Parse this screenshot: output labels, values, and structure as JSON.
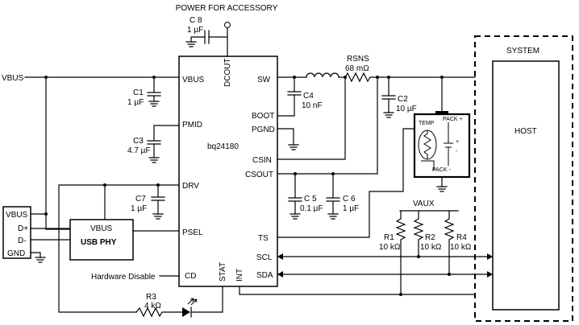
{
  "ic": {
    "name": "bq24180",
    "pins": {
      "dcout": "DCOUT",
      "vbus": "VBUS",
      "pmid": "PMID",
      "drv": "DRV",
      "psel": "PSEL",
      "cd": "CD",
      "stat": "STAT",
      "int": "INT",
      "sw": "SW",
      "boot": "BOOT",
      "pgnd": "PGND",
      "csin": "CSIN",
      "csout": "CSOUT",
      "ts": "TS",
      "scl": "SCL",
      "sda": "SDA"
    }
  },
  "power_accessory": "POWER FOR ACCESSORY",
  "vbus_in": "VBUS",
  "hardware_disable": "Hardware Disable",
  "usb_connector": {
    "vbus": "VBUS",
    "dplus": "D+",
    "dminus": "D-",
    "gnd": "GND"
  },
  "usb_phy": {
    "vbus": "VBUS",
    "title": "USB PHY"
  },
  "components": {
    "c8": {
      "ref": "C 8",
      "value": "1 µF"
    },
    "c1": {
      "ref": "C1",
      "value": "1 µF"
    },
    "c3": {
      "ref": "C3",
      "value": "4.7 µF"
    },
    "c7": {
      "ref": "C7",
      "value": "1 µF"
    },
    "c4": {
      "ref": "C4",
      "value": "10 nF"
    },
    "c5": {
      "ref": "C 5",
      "value": "0.1 µF"
    },
    "c6": {
      "ref": "C 6",
      "value": "1 µF"
    },
    "c2": {
      "ref": "C2",
      "value": "10 µF"
    },
    "rsns": {
      "ref": "RSNS",
      "value": "68 mΩ"
    },
    "r1": {
      "ref": "R1",
      "value": "10 kΩ"
    },
    "r2": {
      "ref": "R2",
      "value": "10 kΩ"
    },
    "r3": {
      "ref": "R3",
      "value": "4 kΩ"
    },
    "r4": {
      "ref": "R4",
      "value": "10 kΩ"
    }
  },
  "battery": {
    "temp": "TEMP",
    "pack_plus": "PACK +",
    "pack_minus": "PACK -",
    "plus": "+",
    "minus": "-"
  },
  "vaux": "VAUX",
  "system": {
    "title": "SYSTEM",
    "host": "HOST"
  }
}
